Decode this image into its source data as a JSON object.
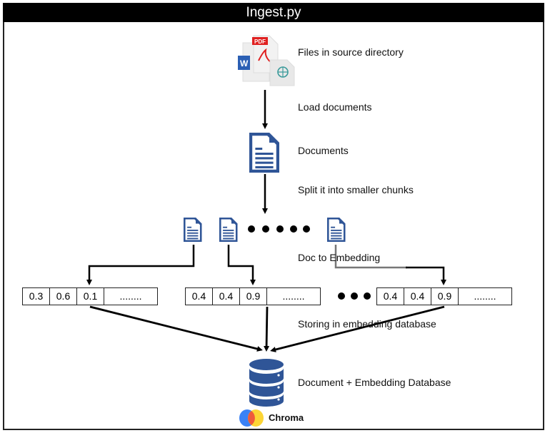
{
  "title": "Ingest.py",
  "steps": {
    "files": "Files in source directory",
    "load": "Load documents",
    "documents": "Documents",
    "split": "Split it into smaller chunks",
    "embed": "Doc to Embedding",
    "store": "Storing in embedding database",
    "database": "Document + Embedding Database"
  },
  "file_icons": {
    "pdf_label": "PDF",
    "word_label": "W"
  },
  "vectors": [
    {
      "values": [
        "0.3",
        "0.6",
        "0.1"
      ],
      "ellipsis": "........"
    },
    {
      "values": [
        "0.4",
        "0.4",
        "0.9"
      ],
      "ellipsis": "........"
    },
    {
      "values": [
        "0.4",
        "0.4",
        "0.9"
      ],
      "ellipsis": "........"
    }
  ],
  "chroma_label": "Chroma",
  "colors": {
    "doc_blue": "#2f5597",
    "chroma_blue": "#3b82f6",
    "chroma_red": "#ef5a3c",
    "chroma_yellow": "#fcd535"
  }
}
